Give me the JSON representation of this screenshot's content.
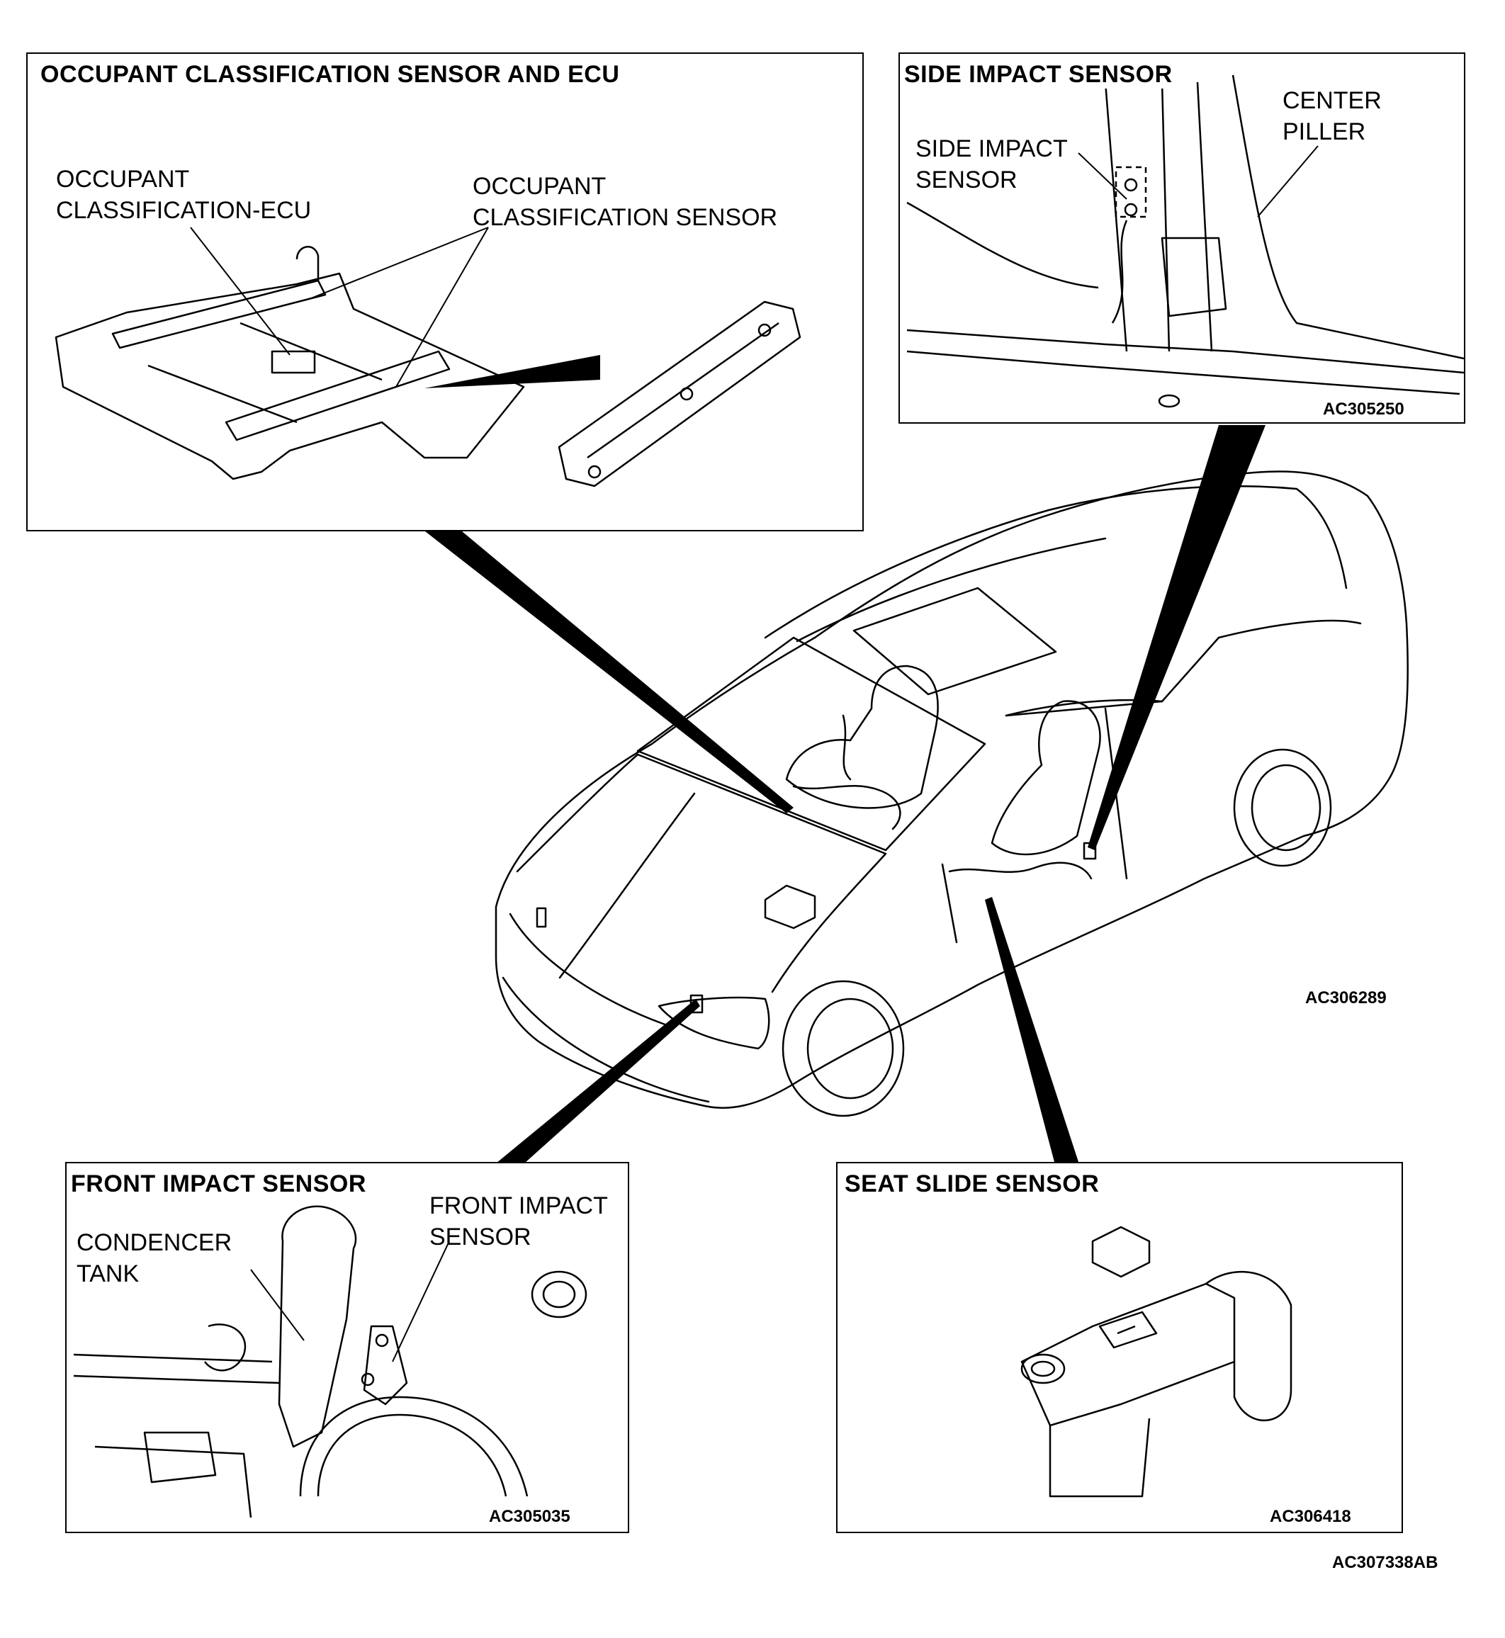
{
  "occupant_panel": {
    "title": "OCCUPANT CLASSIFICATION SENSOR AND ECU",
    "ecu_label": "OCCUPANT\nCLASSIFICATION-ECU",
    "sensor_label": "OCCUPANT\nCLASSIFICATION SENSOR"
  },
  "side_panel": {
    "title": "SIDE IMPACT SENSOR",
    "sensor_label": "SIDE IMPACT\nSENSOR",
    "pillar_label": "CENTER\nPILLER",
    "code": "AC305250"
  },
  "main_view": {
    "code": "AC306289"
  },
  "front_panel": {
    "title": "FRONT IMPACT SENSOR",
    "tank_label": "CONDENCER\nTANK",
    "sensor_label": "FRONT IMPACT\nSENSOR",
    "code": "AC305035"
  },
  "seat_panel": {
    "title": "SEAT SLIDE SENSOR",
    "code": "AC306418"
  },
  "figure_code": "AC307338AB",
  "colors": {
    "line": "#000000",
    "background": "#ffffff"
  }
}
